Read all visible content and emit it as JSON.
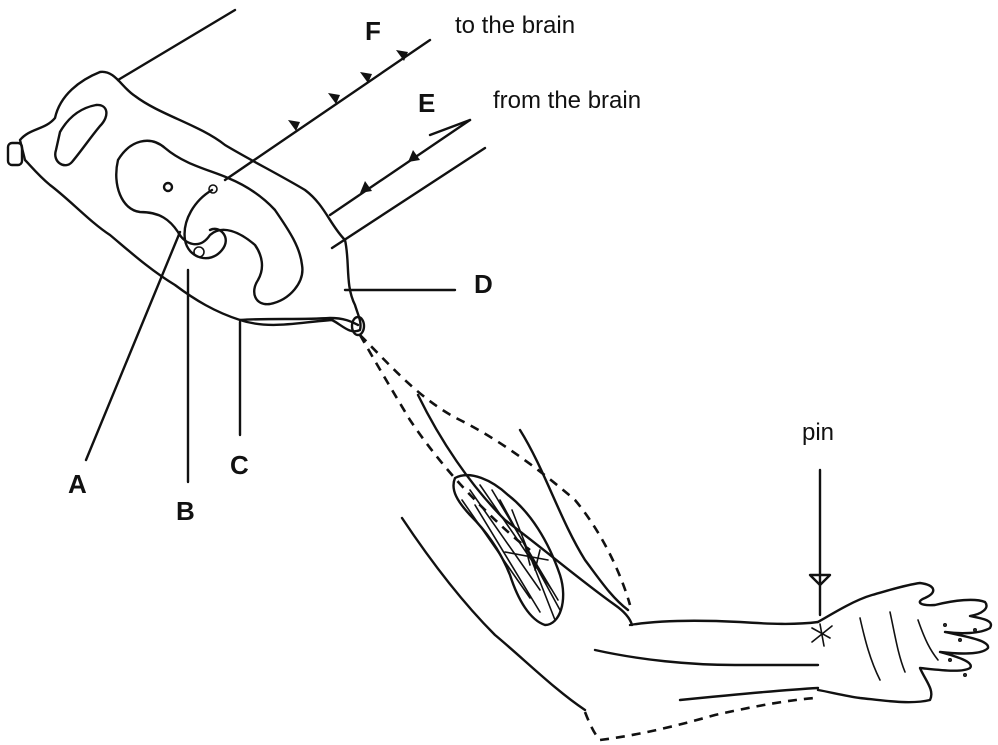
{
  "labels": {
    "A": "A",
    "B": "B",
    "C": "C",
    "D": "D",
    "E": "E",
    "F": "F"
  },
  "captions": {
    "to_brain": "to the brain",
    "from_brain": "from the brain",
    "pin": "pin"
  }
}
